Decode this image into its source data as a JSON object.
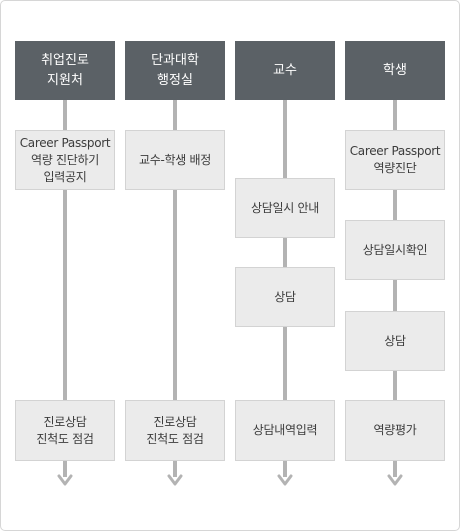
{
  "columns": [
    {
      "header": "취업진로\n지원처",
      "steps": [
        "Career Passport\n역량 진단하기\n입력공지",
        "진로상담\n진척도 점검"
      ]
    },
    {
      "header": "단과대학\n행정실",
      "steps": [
        "교수-학생 배정",
        "진로상담\n진척도 점검"
      ]
    },
    {
      "header": "교수",
      "steps": [
        "상담일시 안내",
        "상담",
        "상담내역입력"
      ]
    },
    {
      "header": "학생",
      "steps": [
        "Career Passport\n역량진단",
        "상담일시확인",
        "상담",
        "역량평가"
      ]
    }
  ],
  "colors": {
    "header_bg": "#5b6166",
    "header_text": "#ffffff",
    "box_bg": "#ebebeb",
    "box_border": "#d3d3d3",
    "line": "#b3b3b3"
  }
}
